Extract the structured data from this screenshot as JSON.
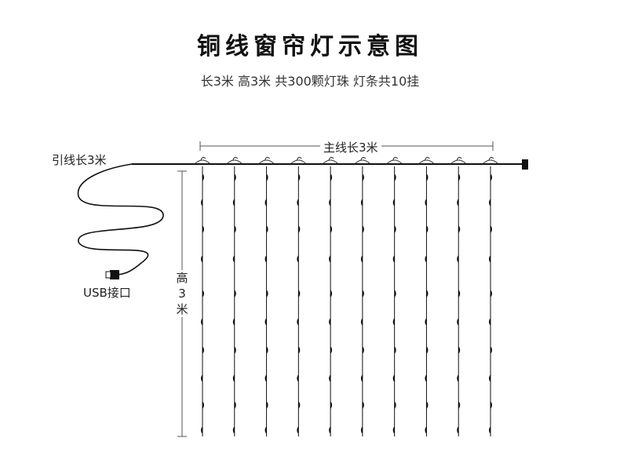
{
  "title": "铜线窗帘灯示意图",
  "subtitle": "长3米 高3米 共300颗灯珠 灯条共10挂",
  "labels": {
    "lead_wire": "引线长3米",
    "usb_port": "USB接口",
    "main_wire": "主线长3米",
    "height": "高\n3\n米"
  },
  "strands": 10,
  "colors": {
    "wire": "#111111",
    "dimension": "#555555"
  }
}
